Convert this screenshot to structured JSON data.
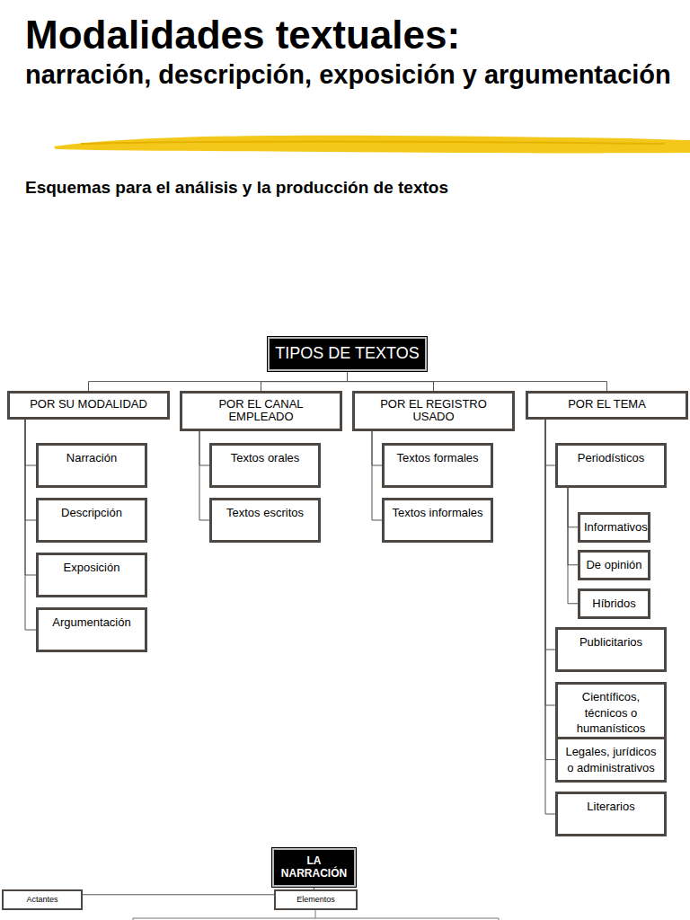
{
  "diagram": {
    "title": "Modalidades textuales:",
    "nodes": [
      {
        "text": [
          "TIPOS DE TEXTOS"
        ]
      },
      {
        "text": [
          "POR SU MODALIDAD"
        ]
      },
      {
        "text": [
          "POR EL CANAL EMPLEADO"
        ]
      },
      {
        "text": [
          "POR EL REGISTRO USADO"
        ]
      },
      {
        "text": [
          "POR EL TEMA"
        ]
      },
      {
        "text": [
          "Narración"
        ]
      },
      {
        "text": [
          "Descripción"
        ]
      },
      {
        "text": [
          "Exposición"
        ]
      },
      {
        "text": [
          "Argumentación"
        ]
      },
      {
        "text": [
          "Textos orales"
        ]
      },
      {
        "text": [
          "Textos escritos"
        ]
      },
      {
        "text": [
          "Textos formales"
        ]
      },
      {
        "text": [
          "Textos informales"
        ]
      },
      {
        "text": [
          "Periodísticos"
        ]
      },
      {
        "text": [
          "Informativos"
        ]
      },
      {
        "text": [
          "De opinión"
        ]
      },
      {
        "text": [
          "Híbridos"
        ]
      },
      {
        "text": [
          "Publicitarios"
        ]
      },
      {
        "text": [
          "Científicos, técnicos o humanísticos"
        ]
      },
      {
        "text": [
          "Legales, jurídicos o administrativos"
        ]
      },
      {
        "text": [
          "Literarios"
        ]
      },
      {
        "text": [
          "LA NARRACIÓN"
        ]
      },
      {
        "text": [
          "Actantes"
        ]
      },
      {
        "text": [
          "Elementos"
        ]
      }
    ],
    "edges": [
      {
        "from": 0,
        "to": 1,
        "arrow": "none"
      },
      {
        "from": 0,
        "to": 2,
        "arrow": "none"
      },
      {
        "from": 0,
        "to": 3,
        "arrow": "none"
      },
      {
        "from": 0,
        "to": 4,
        "arrow": "none"
      },
      {
        "from": 1,
        "to": 5,
        "arrow": "none"
      },
      {
        "from": 1,
        "to": 6,
        "arrow": "none"
      },
      {
        "from": 1,
        "to": 7,
        "arrow": "none"
      },
      {
        "from": 1,
        "to": 8,
        "arrow": "none"
      },
      {
        "from": 2,
        "to": 9,
        "arrow": "none"
      },
      {
        "from": 2,
        "to": 10,
        "arrow": "none"
      },
      {
        "from": 3,
        "to": 11,
        "arrow": "none"
      },
      {
        "from": 3,
        "to": 12,
        "arrow": "none"
      },
      {
        "from": 4,
        "to": 13,
        "arrow": "none"
      },
      {
        "from": 13,
        "to": 14,
        "arrow": "none"
      },
      {
        "from": 13,
        "to": 15,
        "arrow": "none"
      },
      {
        "from": 13,
        "to": 16,
        "arrow": "none"
      },
      {
        "from": 4,
        "to": 17,
        "arrow": "none"
      },
      {
        "from": 4,
        "to": 18,
        "arrow": "none"
      },
      {
        "from": 4,
        "to": 19,
        "arrow": "none"
      },
      {
        "from": 4,
        "to": 20,
        "arrow": "none"
      },
      {
        "from": 21,
        "to": 22,
        "arrow": "none"
      },
      {
        "from": 21,
        "to": 23,
        "arrow": "none"
      }
    ],
    "labels": [
      "narración, descripción, exposición y argumentación",
      "Esquemas para el análisis y la producción de textos"
    ]
  }
}
